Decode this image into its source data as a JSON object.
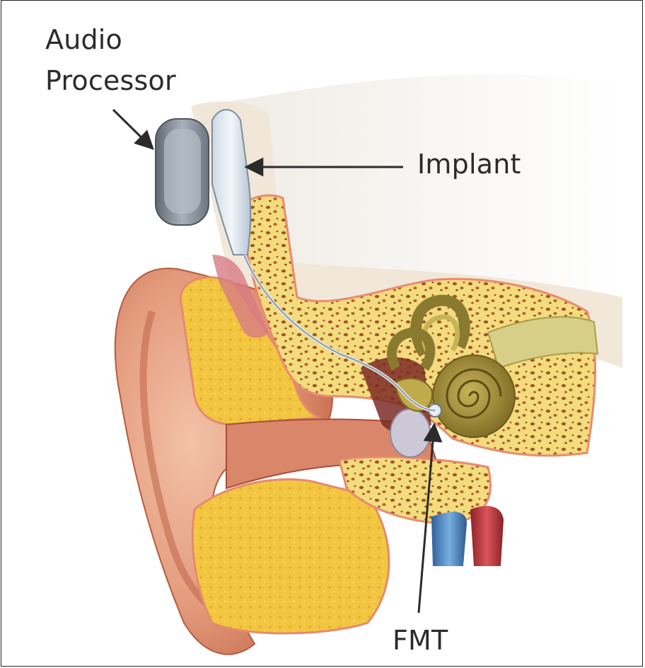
{
  "labels": {
    "audio_processor_line1": "Audio",
    "audio_processor_line2": "Processor",
    "implant": "Implant",
    "fmt": "FMT"
  },
  "colors": {
    "bone": "#f3dc7e",
    "bone_pore": "#9c5a2e",
    "skin": "#e8a58a",
    "skin_dark": "#c9714f",
    "fat": "#f1c33c",
    "cochlea": "#9c8a3b",
    "vein": "#3f7fc4",
    "artery": "#b8343a",
    "device": "#8f98a3",
    "text": "#2b2b2b"
  }
}
